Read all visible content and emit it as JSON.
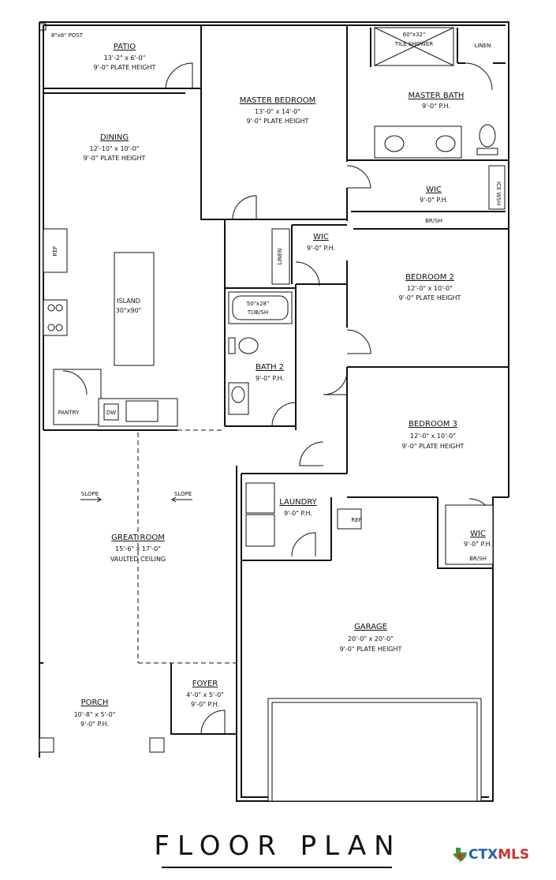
{
  "rooms": {
    "patio": {
      "name": "PATIO",
      "dims": "13'-2\" x 6'-0\"",
      "height": "9'-0\" PLATE HEIGHT"
    },
    "dining": {
      "name": "DINING",
      "dims": "12'-10\" x 10'-0\"",
      "height": "9'-0\" PLATE HEIGHT"
    },
    "master_bedroom": {
      "name": "MASTER BEDROOM",
      "dims": "13'-0\" x 14'-0\"",
      "height": "9'-0\" PLATE HEIGHT"
    },
    "master_bath": {
      "name": "MASTER BATH",
      "height": "9'-0\" P.H."
    },
    "master_wic": {
      "name": "WIC",
      "height": "9'-0\" P.H."
    },
    "wic_hall": {
      "name": "WIC",
      "height": "9'-0\" P.H."
    },
    "bedroom2": {
      "name": "BEDROOM 2",
      "dims": "12'-0\" x 10'-0\"",
      "height": "9'-0\" PLATE HEIGHT"
    },
    "bedroom3": {
      "name": "BEDROOM 3",
      "dims": "12'-0\" x 10'-0\"",
      "height": "9'-0\" PLATE HEIGHT"
    },
    "bath2": {
      "name": "BATH 2",
      "height": "9'-0\" P.H."
    },
    "island": {
      "name": "ISLAND",
      "dims": "30\"x90\""
    },
    "laundry": {
      "name": "LAUNDRY",
      "height": "9'-0\" P.H."
    },
    "wic3": {
      "name": "WIC",
      "height": "9'-0\" P.H."
    },
    "great_room": {
      "name": "GREAT ROOM",
      "dims": "15'-6\" x 17'-0\"",
      "height": "VAULTED CEILING"
    },
    "garage": {
      "name": "GARAGE",
      "dims": "20'-0\" x 20'-0\"",
      "height": "9'-0\" PLATE HEIGHT"
    },
    "porch": {
      "name": "PORCH",
      "dims": "10'-8\" x 5'-0\"",
      "height": "9'-0\" P.H."
    },
    "foyer": {
      "name": "FOYER",
      "dims": "4'-0\" x 5'-0\"",
      "height": "9'-0\" P.H."
    }
  },
  "labels": {
    "post": "8\"x8\" POST",
    "tile_shower_size": "60\"x32\"",
    "tile_shower": "TILE SHOWER",
    "linen_master": "LINEN",
    "linen_hall": "LINEN",
    "ice_wsh": "ICE WSH",
    "br_sh_master": "BR/SH",
    "br_sh_3": "BR/SH",
    "ref_kitchen": "REF",
    "ref_garage": "REF",
    "pantry": "PANTRY",
    "dw": "DW",
    "tub_size": "50\"x28\"",
    "tub": "TUB/SH",
    "slope_left": "SLOPE",
    "slope_right": "SLOPE"
  },
  "title": "FLOOR PLAN",
  "logo": {
    "part1": "CTX",
    "part2": "MLS"
  },
  "colors": {
    "line": "#111111",
    "logo_blue": "#1d63a8",
    "logo_red": "#cf2f2f",
    "logo_green": "#3a9a3a"
  }
}
